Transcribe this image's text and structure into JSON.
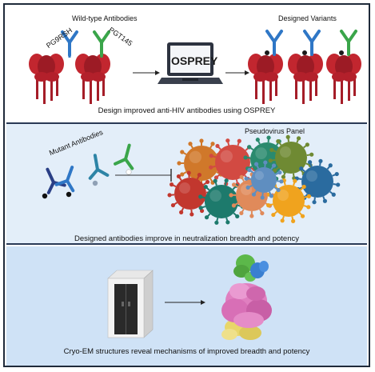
{
  "panel1": {
    "wild_type_label": "Wild-type Antibodies",
    "pg9rsh_label": "PG9RSH",
    "pgt145_label": "PGT145",
    "laptop_text": "OSPREY",
    "designed_label": "Designed Variants",
    "caption": "Design improved anti-HIV antibodies using OSPREY"
  },
  "panel2": {
    "mutant_label": "Mutant Antibodies",
    "pseudovirus_label": "Pseudovirus Panel",
    "caption": "Designed antibodies improve in neutralization breadth and potency"
  },
  "panel3": {
    "caption": "Cryo-EM structures reveal mechanisms of improved breadth and potency"
  },
  "colors": {
    "trimer_red": "#b3202b",
    "antibody_blue": "#2f77c6",
    "antibody_green": "#3aa54a",
    "antibody_navy": "#2a3f86",
    "antibody_teal": "#2d84a6"
  }
}
